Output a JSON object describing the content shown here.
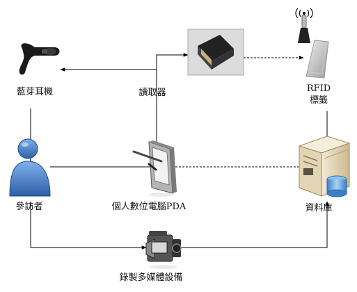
{
  "nodes": {
    "headset": {
      "label": "藍芽耳機",
      "icon": "bluetooth-headset-icon"
    },
    "reader": {
      "label": "讀取器",
      "icon": "card-reader-icon"
    },
    "rfid_tag": {
      "label_line1": "RFID",
      "label_line2": "標籤",
      "icon": "rfid-tag-icon"
    },
    "participant": {
      "label": "參訪者",
      "icon": "person-icon"
    },
    "pda": {
      "label": "個人數位電腦PDA",
      "icon": "pda-icon"
    },
    "database": {
      "label": "資料庫",
      "icon": "database-server-icon"
    },
    "camcorder": {
      "label": "錄製多媒體設備",
      "icon": "camcorder-icon"
    }
  },
  "colors": {
    "line": "#000000",
    "person_blue": "#4a82c8",
    "device_gray": "#c8c8c8",
    "server_beige": "#e8dcc0",
    "db_blue": "#6aa8e0"
  }
}
